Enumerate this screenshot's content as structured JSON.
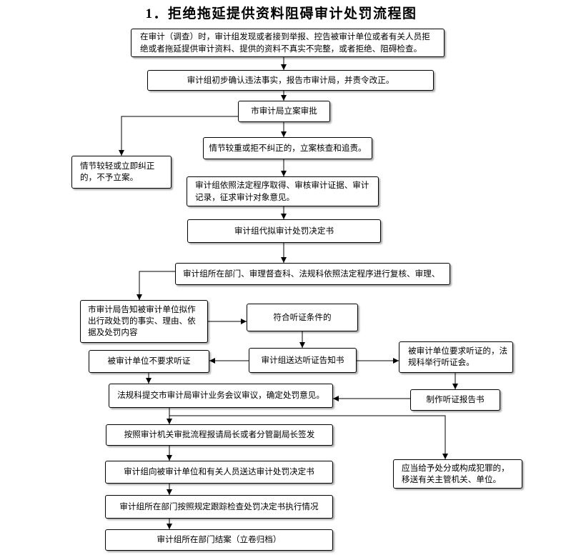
{
  "title": "1．拒绝拖延提供资料阻碍审计处罚流程图",
  "nodes": {
    "discovery": {
      "lines": [
        "在审计（调查）时，审计组发现或者接到举报、控告被审计单位或者有关人员拒",
        "绝或者拖延提供审计资料、提供的资料不真实不完整，或者拒绝、阻碍检查。"
      ]
    },
    "preliminary_confirm": {
      "text": "审计组初步确认违法事实，报告市审计局，并责令改正。"
    },
    "case_approval": {
      "text": "市审计局立案审批"
    },
    "serious_case": {
      "text": "情节较重或拒不纠正的，立案核查和追责。"
    },
    "minor_case": {
      "lines": [
        "情节较轻或立即纠正",
        "的，不予立案。"
      ]
    },
    "evidence": {
      "lines": [
        "审计组依照法定程序取得、审核审计证据、审计",
        "记录，征求审计对象意见。"
      ]
    },
    "draft_decision": {
      "text": "审计组代拟审计处罚决定书"
    },
    "review": {
      "text": "审计组所在部门、审理督查科、法规科依照法定程序进行复核、审理、"
    },
    "notify": {
      "lines": [
        "市审计局告知被审计单位拟作",
        "出行政处罚的事实、理由、依",
        "据及处罚内容"
      ]
    },
    "hearing_eligible": {
      "text": "符合听证条件的"
    },
    "hearing_notice": {
      "text": "审计组送达听证告知书"
    },
    "hearing_requested": {
      "lines": [
        "被审计单位要求听证的，法",
        "规科举行听证会。"
      ]
    },
    "no_hearing": {
      "text": "被审计单位不要求听证"
    },
    "business_meeting": {
      "text": "法规科提交市审计局审计业务会议审议，确定处罚意见。"
    },
    "hearing_report": {
      "text": "制作听证报告书"
    },
    "sign_off": {
      "text": "按照审计机关审批流程报请局长或者分管副局长签发"
    },
    "deliver_decision": {
      "text": "审计组向被审计单位和有关人员送达审计处罚决定书"
    },
    "transfer": {
      "lines": [
        "应当给予处分或构成犯罪的，",
        "移送有关主管机关、单位。"
      ]
    },
    "follow_up": {
      "text": "审计组所在部门按照规定跟踪检查处罚决定书执行情况"
    },
    "close_case": {
      "text": "审计组所在部门结案（立卷归档）"
    }
  }
}
